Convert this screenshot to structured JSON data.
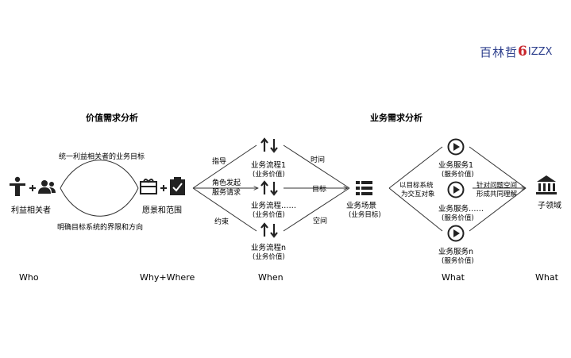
{
  "logo": {
    "text_cn": "百林哲",
    "six": "6",
    "tail": "IZZX",
    "brand_blue": "#2d3f8c",
    "brand_red": "#c8242b"
  },
  "sections": {
    "value": "价值需求分析",
    "business": "业务需求分析"
  },
  "nodes": {
    "stakeholder": "利益相关者",
    "vision": "愿景和范围",
    "scenario": "业务场景",
    "scenario_sub": "(业务目标)",
    "domain": "子领域"
  },
  "arcs": {
    "top": "统一利益相关者的业务目标",
    "bottom": "明确目标系统的界限和方向"
  },
  "when_labels": {
    "guide": "指导",
    "role_line1": "角色发起",
    "role_line2": "服务请求",
    "constraint": "约束",
    "time": "时间",
    "goal": "目标",
    "space": "空间"
  },
  "flows": [
    {
      "name": "业务流程1",
      "sub": "(业务价值)"
    },
    {
      "name": "业务流程……",
      "sub": "(业务价值)"
    },
    {
      "name": "业务流程n",
      "sub": "(业务价值)"
    }
  ],
  "what_labels": {
    "left_line1": "以目标系统",
    "left_line2": "为交互对象",
    "right_line1": "针对问题空间",
    "right_line2": "形成共同理解"
  },
  "services": [
    {
      "name": "业务服务1",
      "sub": "(服务价值)"
    },
    {
      "name": "业务服务……",
      "sub": "(服务价值)"
    },
    {
      "name": "业务服务n",
      "sub": "(服务价值)"
    }
  ],
  "footer": {
    "who": "Who",
    "why_where": "Why+Where",
    "when": "When",
    "what1": "What",
    "what2": "What"
  },
  "icons": [
    "person-icon",
    "group-icon",
    "gift-icon",
    "checklist-icon",
    "swap-icon",
    "list-icon",
    "play-icon",
    "bank-icon"
  ]
}
